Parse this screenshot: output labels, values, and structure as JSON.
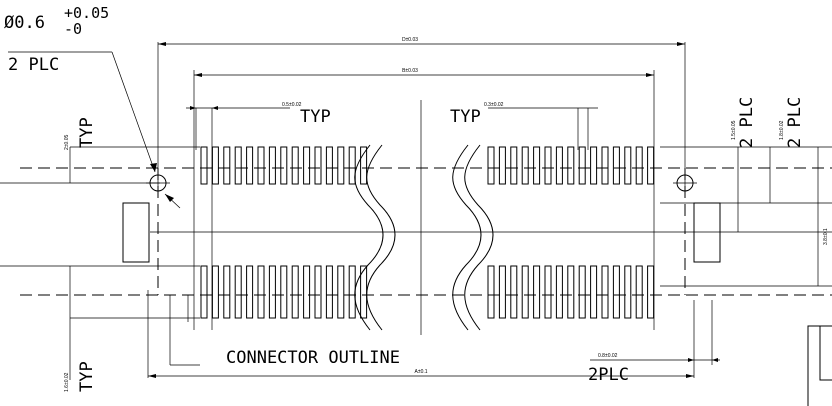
{
  "callouts": {
    "hole_dia_symbol": "Ø0.6",
    "hole_tol_plus": "+0.05",
    "hole_tol_minus": "-0",
    "hole_count": "2 PLC",
    "typ_left_vertical": "TYP",
    "typ_left_bottom_vertical": "TYP",
    "typ_top_left": "TYP",
    "typ_top_right": "TYP",
    "plc_right_1": "2 PLC",
    "plc_right_2": "2 PLC",
    "connector_outline": "CONNECTOR OUTLINE",
    "plc_bottom_right": "2PLC"
  },
  "dimensions": {
    "d": "D±0.03",
    "b": "B±0.03",
    "a": "A±0.1",
    "pitch": "0.5±0.02",
    "pad_width": "0.3±0.02",
    "left_height": "2±0.05",
    "left_bottom": "1.6±0.02",
    "right_1": "1.5±0.05",
    "right_2": "1.8±0.02",
    "right_total": "3.8±0.1",
    "bottom_right": "0.8±0.02"
  }
}
